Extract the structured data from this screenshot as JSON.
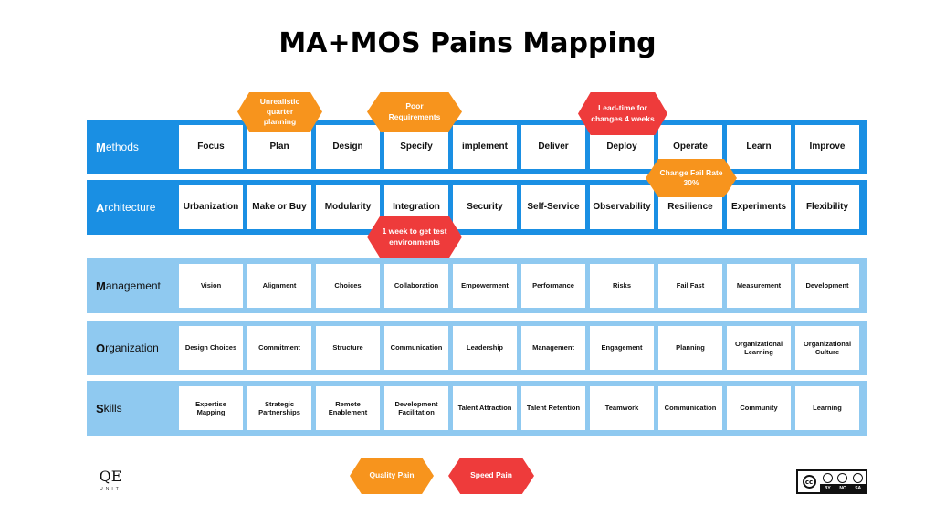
{
  "title": "MA+MOS Pains Mapping",
  "rows": [
    {
      "initial": "M",
      "rest": "ethods",
      "style": "dark",
      "cells": [
        "Focus",
        "Plan",
        "Design",
        "Specify",
        "implement",
        "Deliver",
        "Deploy",
        "Operate",
        "Learn",
        "Improve"
      ]
    },
    {
      "initial": "A",
      "rest": "rchitecture",
      "style": "dark",
      "cells": [
        "Urbanization",
        "Make or Buy",
        "Modularity",
        "Integration",
        "Security",
        "Self-Service",
        "Observability",
        "Resilience",
        "Experiments",
        "Flexibility"
      ]
    },
    {
      "initial": "M",
      "rest": "anagement",
      "style": "light",
      "cells": [
        "Vision",
        "Alignment",
        "Choices",
        "Collaboration",
        "Empowerment",
        "Performance",
        "Risks",
        "Fail Fast",
        "Measurement",
        "Development"
      ]
    },
    {
      "initial": "O",
      "rest": "rganization",
      "style": "light",
      "cells": [
        "Design Choices",
        "Commitment",
        "Structure",
        "Communication",
        "Leadership",
        "Management",
        "Engagement",
        "Planning",
        "Organizational Learning",
        "Organizational Culture"
      ]
    },
    {
      "initial": "S",
      "rest": "kills",
      "style": "light",
      "cells": [
        "Expertise Mapping",
        "Strategic Partnerships",
        "Remote Enablement",
        "Development Facilitation",
        "Talent Attraction",
        "Talent Retention",
        "Teamwork",
        "Communication",
        "Community",
        "Learning"
      ]
    }
  ],
  "pains": [
    {
      "text": "Unrealistic quarter planning",
      "type": "orange"
    },
    {
      "text": "Poor Requirements",
      "type": "orange"
    },
    {
      "text": "Lead-time for changes 4 weeks",
      "type": "red"
    },
    {
      "text": "Change Fail Rate 30%",
      "type": "orange"
    },
    {
      "text": "1 week to get test environments",
      "type": "red"
    }
  ],
  "legend": [
    {
      "text": "Quality Pain",
      "type": "orange"
    },
    {
      "text": "Speed Pain",
      "type": "red"
    }
  ],
  "logo": {
    "mark": "QE",
    "sub": "UNIT"
  },
  "license": {
    "mark": "cc",
    "terms": [
      "BY",
      "NC",
      "SA"
    ]
  },
  "colors": {
    "band_dark": "#1a8fe3",
    "band_light": "#8fc9f0",
    "quality_pain": "#f7941d",
    "speed_pain": "#ee3b3b"
  }
}
